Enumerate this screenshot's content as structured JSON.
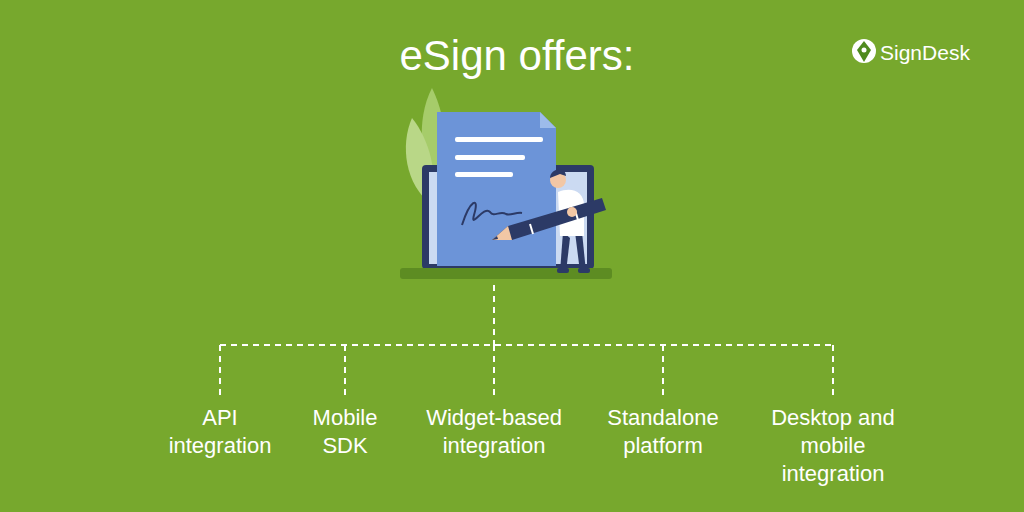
{
  "diagram": {
    "title": "eSign offers:",
    "labels": [
      "SignDesk",
      "API integration",
      "Mobile SDK",
      "Widget-based integration",
      "Standalone platform",
      "Desktop and mobile integration"
    ]
  }
}
